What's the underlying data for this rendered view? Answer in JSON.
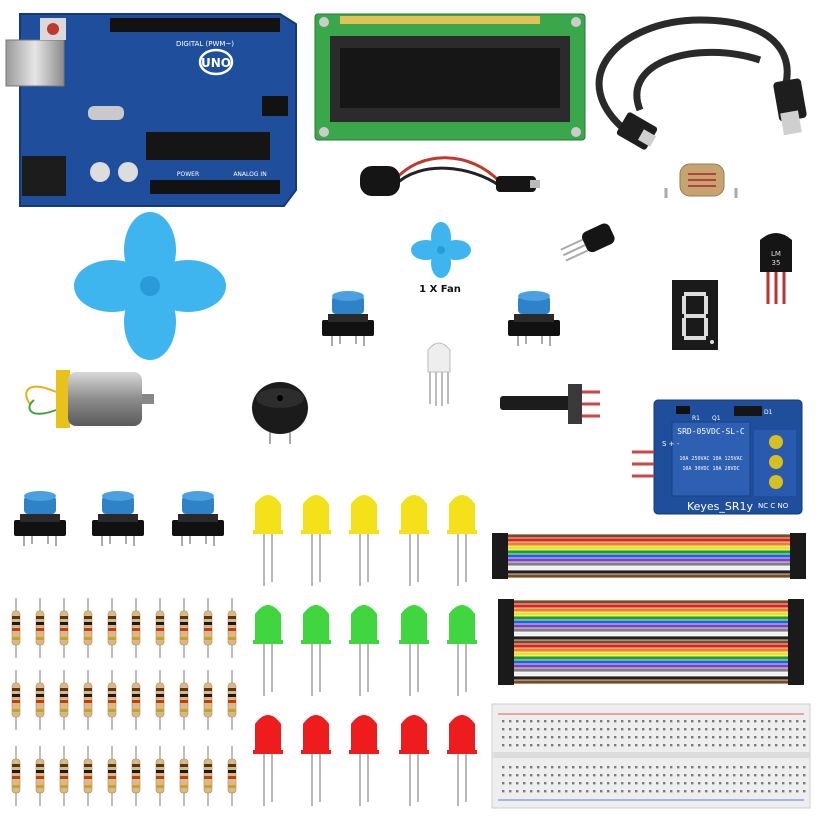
{
  "arduino": {
    "logo": "UNO",
    "digital_label": "DIGITAL (PWM~)",
    "power_label": "POWER",
    "analog_label": "ANALOG IN",
    "color": "#1f4f9c"
  },
  "fan_label": "1 X Fan",
  "lm35_label_top": "LM",
  "lm35_label_bottom": "35",
  "relay": {
    "coil_text": "SRD-05VDC-SL-C",
    "rating_1": "10A 250VAC  10A 125VAC",
    "rating_2": "10A 30VDC  10A 28VDC",
    "brand_label": "Keyes_SR1y",
    "left_pins": "S + -",
    "right_pins": "NC C NO",
    "part_r1": "R1",
    "part_d1": "D1",
    "part_q1": "Q1",
    "color": "#1f4f9c"
  },
  "colors": {
    "fan_blue": "#3fb5f0",
    "led_yellow": "#f5e11a",
    "led_green": "#3fd63f",
    "led_red": "#ee1c1c",
    "button_cap": "#2d82c8",
    "lcd_green": "#3aa84a",
    "breadboard": "#eeeeee"
  },
  "icons": [
    "arduino-board-icon",
    "lcd-module-icon",
    "usb-cable-icon",
    "battery-clip-icon",
    "ldr-icon",
    "fan-propeller-icon",
    "push-button-icon",
    "thermistor-icon",
    "lm35-sensor-icon",
    "seven-segment-icon",
    "dc-motor-icon",
    "buzzer-icon",
    "rgb-led-icon",
    "potentiometer-icon",
    "relay-module-icon",
    "led-icon",
    "resistor-icon",
    "jumper-wires-icon",
    "breadboard-icon"
  ]
}
